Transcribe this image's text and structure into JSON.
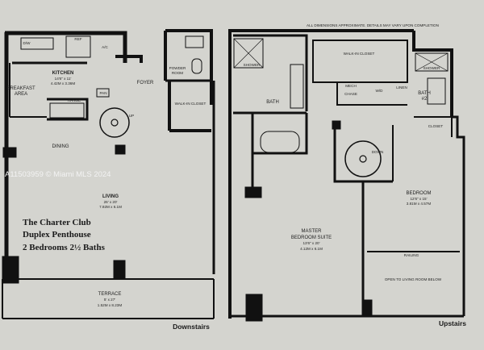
{
  "header_note": "ALL DIMENSIONS APPROXIMATE. DETAILS MAY VARY UPON COMPLETION",
  "title_block": {
    "line1": "The Charter Club",
    "line2": "Duplex Penthouse",
    "line3": "2 Bedrooms  2½ Baths"
  },
  "watermark": "A11503959 © Miami MLS 2024",
  "plans": {
    "downstairs": "Downstairs",
    "upstairs": "Upstairs"
  },
  "rooms": {
    "kitchen": {
      "name": "KITCHEN",
      "dim_ft": "14'6\" x 11'",
      "dim_m": "4.42M x 3.36M"
    },
    "breakfast": {
      "line1": "BREAKFAST",
      "line2": "AREA"
    },
    "dw": "D/W",
    "ref": "REF",
    "ac": "A/C",
    "range": "RANGE",
    "pan": "PAN",
    "foyer": "FOYER",
    "powder": {
      "line1": "POWDER",
      "line2": "ROOM"
    },
    "walkin_down": "WALK-IN CLOSET",
    "up": "UP",
    "dining": "DINING",
    "living": {
      "name": "LIVING",
      "dim_ft": "26' x 20'",
      "dim_m": "7.92M x 6.1M"
    },
    "terrace": {
      "name": "TERRACE",
      "dim_ft": "5' x 27'",
      "dim_m": "1.52M x 8.23M"
    },
    "shower1": "SHOWER",
    "bath": "BATH",
    "walkin_up": "WALK-IN CLOSET",
    "mech": "MECH",
    "chase": "CHASE",
    "wd": "W/D",
    "linen": "LINEN",
    "shower2": "SHOWER",
    "bath2": {
      "line1": "BATH",
      "line2": "#2"
    },
    "closet": "CLOSET",
    "down": "DOWN",
    "bedroom": {
      "name": "BEDROOM",
      "dim_ft": "12'6\" x 15'",
      "dim_m": "3.81M x 4.57M"
    },
    "master": {
      "line1": "MASTER",
      "line2": "BEDROOM SUITE",
      "dim_ft": "13'6\" x 20'",
      "dim_m": "4.12M x 6.1M"
    },
    "railing": "RAILING",
    "open_below": "OPEN TO LIVING ROOM BELOW"
  }
}
